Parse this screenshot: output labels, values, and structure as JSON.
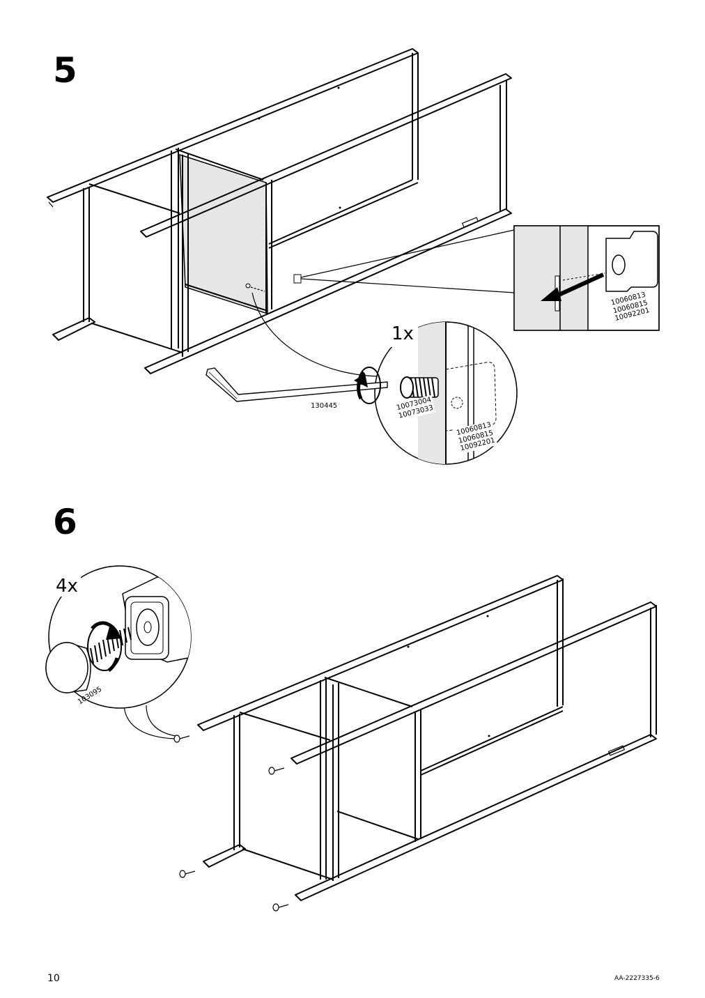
{
  "steps": [
    {
      "number": "5",
      "quantity": "1x",
      "tool_part": "130445",
      "bolt_parts": [
        "10073004",
        "10073033"
      ],
      "plate_parts_detail": [
        "10060813",
        "10060815",
        "10092201"
      ],
      "plate_parts_zoom": [
        "10060813",
        "10060815",
        "10092201"
      ]
    },
    {
      "number": "6",
      "quantity": "4x",
      "foot_part": "103095"
    }
  ],
  "footer": {
    "page_number": "10",
    "doc_code": "AA-2227335-6"
  },
  "colors": {
    "line": "#000000",
    "panel_grey": "#e6e6e6",
    "paper": "#ffffff"
  },
  "icons": [
    "rotate-arrow-icon",
    "insert-arrow-icon"
  ]
}
